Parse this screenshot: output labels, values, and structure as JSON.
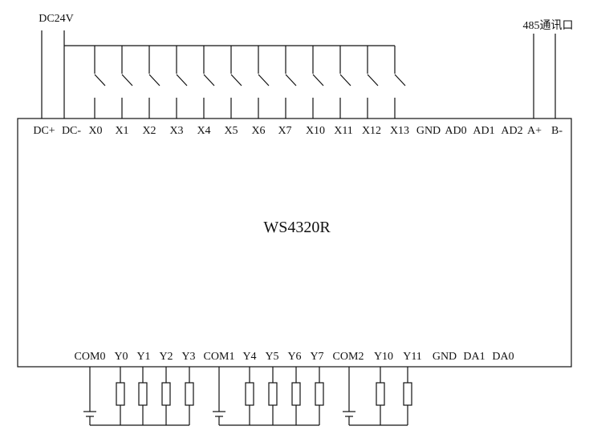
{
  "power_label": "DC24V",
  "comm_label": "485通讯口",
  "device_name": "WS4320R",
  "top_terminals": [
    "DC+",
    "DC-",
    "X0",
    "X1",
    "X2",
    "X3",
    "X4",
    "X5",
    "X6",
    "X7",
    "X10",
    "X11",
    "X12",
    "X13",
    "GND",
    "AD0",
    "AD1",
    "AD2",
    "A+",
    "B-"
  ],
  "bottom_terminals": [
    "COM0",
    "Y0",
    "Y1",
    "Y2",
    "Y3",
    "COM1",
    "Y4",
    "Y5",
    "Y6",
    "Y7",
    "COM2",
    "Y10",
    "Y11",
    "GND",
    "DA1",
    "DA0"
  ]
}
